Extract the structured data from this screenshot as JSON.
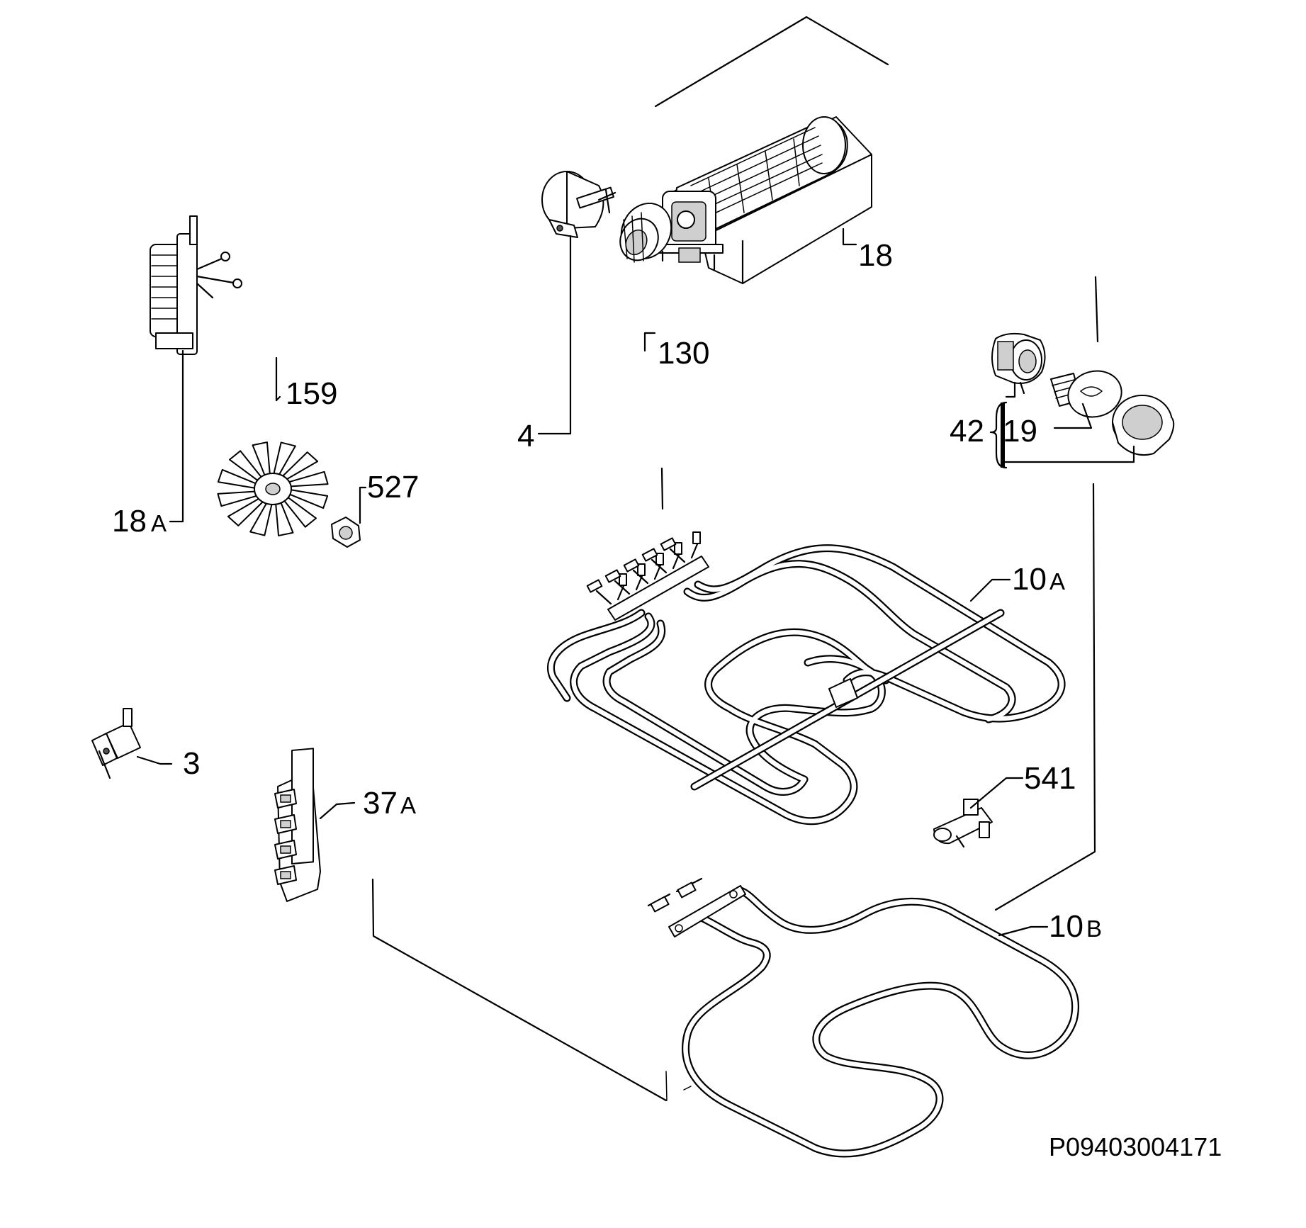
{
  "labels": {
    "l18": {
      "num": "18",
      "suffix": ""
    },
    "l130": {
      "num": "130",
      "suffix": ""
    },
    "l159": {
      "num": "159",
      "suffix": ""
    },
    "l4": {
      "num": "4",
      "suffix": ""
    },
    "l42": {
      "num": "42",
      "suffix": ""
    },
    "l19": {
      "num": "19",
      "suffix": ""
    },
    "l527": {
      "num": "527",
      "suffix": ""
    },
    "l18a": {
      "num": "18",
      "suffix": "A"
    },
    "l10a": {
      "num": "10",
      "suffix": "A"
    },
    "l3": {
      "num": "3",
      "suffix": ""
    },
    "l541": {
      "num": "541",
      "suffix": ""
    },
    "l37a": {
      "num": "37",
      "suffix": "A"
    },
    "l10b": {
      "num": "10",
      "suffix": "B"
    }
  },
  "drawing_code": "P09403004171"
}
